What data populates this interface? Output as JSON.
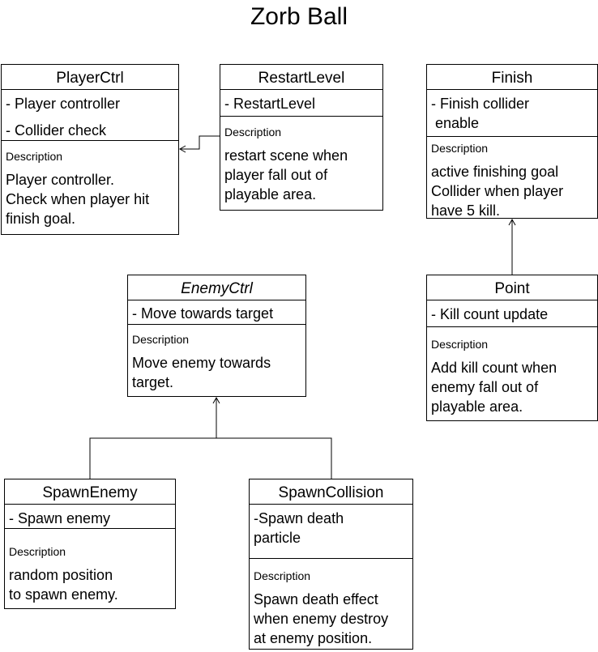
{
  "title": "Zorb Ball",
  "boxes": {
    "player_ctrl": {
      "name": "PlayerCtrl",
      "attributes": [
        "- Player controller",
        "- Collider check"
      ],
      "description_label": "Description",
      "description": "Player controller.\nCheck when player hit\nfinish goal."
    },
    "restart_level": {
      "name": "RestartLevel",
      "attributes": [
        "- RestartLevel"
      ],
      "description_label": "Description",
      "description": "restart scene when\nplayer fall out of\nplayable area."
    },
    "finish": {
      "name": "Finish",
      "attributes": [
        "- Finish collider\n enable"
      ],
      "description_label": "Description",
      "description": "active finishing goal\nCollider when player\nhave 5 kill."
    },
    "point": {
      "name": "Point",
      "attributes": [
        "- Kill count update"
      ],
      "description_label": "Description",
      "description": "Add kill count when\nenemy fall out of\nplayable area."
    },
    "enemy_ctrl": {
      "name": "EnemyCtrl",
      "attributes": [
        "- Move towards target"
      ],
      "description_label": "Description",
      "description": "Move enemy towards\ntarget."
    },
    "spawn_enemy": {
      "name": "SpawnEnemy",
      "attributes": [
        "- Spawn enemy"
      ],
      "description_label": "Description",
      "description": "random position\nto spawn enemy."
    },
    "spawn_collision": {
      "name": "SpawnCollision",
      "attributes": [
        "-Spawn death\nparticle"
      ],
      "description_label": "Description",
      "description": "Spawn death effect\nwhen enemy destroy\nat enemy position."
    }
  },
  "edges": [
    {
      "from": "restart_level",
      "to": "player_ctrl",
      "arrow": "open"
    },
    {
      "from": "point",
      "to": "finish",
      "arrow": "open"
    },
    {
      "from": "spawn_enemy",
      "to": "enemy_ctrl",
      "arrow": "open"
    },
    {
      "from": "spawn_collision",
      "to": "enemy_ctrl",
      "arrow": "open"
    }
  ]
}
